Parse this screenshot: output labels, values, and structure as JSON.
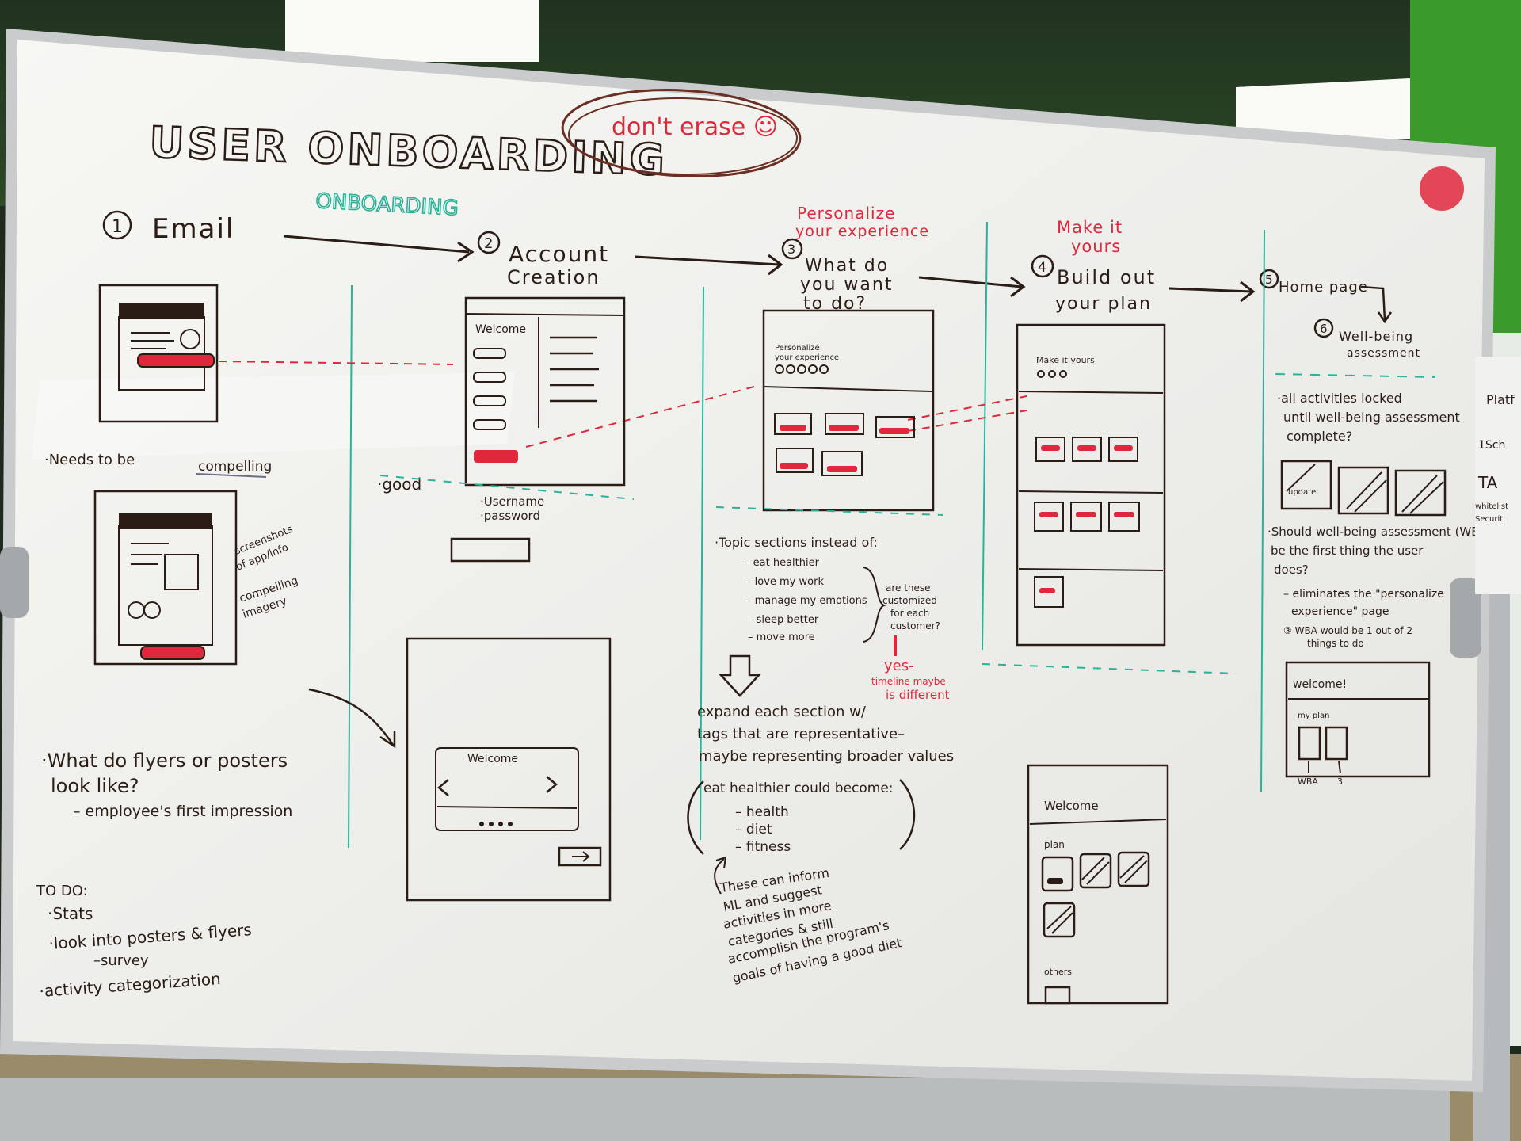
{
  "colors": {
    "marker_black": "#2b1d16",
    "marker_red": "#e0283c",
    "marker_teal": "#2bb39a",
    "board": "#f3f3f0"
  },
  "board": {
    "title": "USER ONBOARDING",
    "note_top": "don't erase ☺",
    "section_onboarding": "ONBOARDING",
    "step1": {
      "num": "1",
      "label": "Email"
    },
    "step2": {
      "num": "2",
      "label_l1": "Account",
      "label_l2": "Creation"
    },
    "step3": {
      "num": "3",
      "label_l1": "What do",
      "label_l2": "you want",
      "label_l3": "to do?",
      "red_l1": "Personalize",
      "red_l2": "your experience"
    },
    "step4": {
      "num": "4",
      "label_l1": "Build out",
      "label_l2": "your plan",
      "red_l1": "Make it",
      "red_l2": "yours"
    },
    "step5": {
      "num": "5",
      "label": "Home page"
    },
    "step6": {
      "num": "6",
      "label_l1": "Well-being",
      "label_l2": "assessment"
    },
    "col1": {
      "needs": "·Needs to be",
      "compelling": "compelling",
      "side_l1": "screenshots",
      "side_l2": "of app/info",
      "side_l3": "compelling",
      "side_l4": "imagery",
      "flyers_l1": "·What do flyers or posters",
      "flyers_l2": "look like?",
      "flyers_l3": "– employee's first impression",
      "todo_title": "TO DO:",
      "todo_1": "·Stats",
      "todo_2": "·look into posters & flyers",
      "todo_3": "–survey",
      "todo_4": "·activity categorization"
    },
    "col2": {
      "welcome": "Welcome",
      "good": "·good",
      "username": "·Username",
      "password": "·password",
      "welcome_carousel": "Welcome"
    },
    "col3": {
      "sketch_l1": "Personalize",
      "sketch_l2": "your experience",
      "topic_title": "·Topic sections instead of:",
      "topics": [
        "– eat healthier",
        "– love my work",
        "– manage my emotions",
        "– sleep better",
        "– move more"
      ],
      "side_q_l1": "are these",
      "side_q_l2": "customized",
      "side_q_l3": "for each",
      "side_q_l4": "customer?",
      "yes_l1": "yes-",
      "yes_l2": "timeline maybe",
      "yes_l3": "is different",
      "expand_l1": "expand each section w/",
      "expand_l2": "tags that are representative–",
      "expand_l3": "maybe representing broader values",
      "eat_l1": "eat healthier could become:",
      "eat_items": [
        "– health",
        "– diet",
        "– fitness"
      ],
      "ml_l1": "These can inform",
      "ml_l2": "ML and suggest",
      "ml_l3": "activities in more",
      "ml_l4": "categories & still",
      "ml_l5": "accomplish the program's",
      "ml_l6": "goals of having a good diet"
    },
    "col4": {
      "sketch_title": "Make it yours",
      "welcome": "Welcome",
      "plan": "plan",
      "others": "others"
    },
    "col5": {
      "locked_l1": "·all activities locked",
      "locked_l2": "until well-being assessment",
      "locked_l3": "complete?",
      "update": "update",
      "wba_l1": "·Should well-being assessment (WBA)",
      "wba_l2": "be the first thing the user",
      "wba_l3": "does?",
      "elim_l1": "– eliminates the \"personalize",
      "elim_l2": "experience\" page",
      "note_l1": "③ WBA would be 1 out of 2",
      "note_l2": "things to do",
      "welcome": "welcome!",
      "my_plan": "my plan",
      "wba": "WBA",
      "three": "3"
    },
    "right_edge": {
      "l1": "Platf",
      "l2": "1Sch",
      "l3": "TA",
      "l4": "whitelist",
      "l5": "Securit"
    }
  }
}
